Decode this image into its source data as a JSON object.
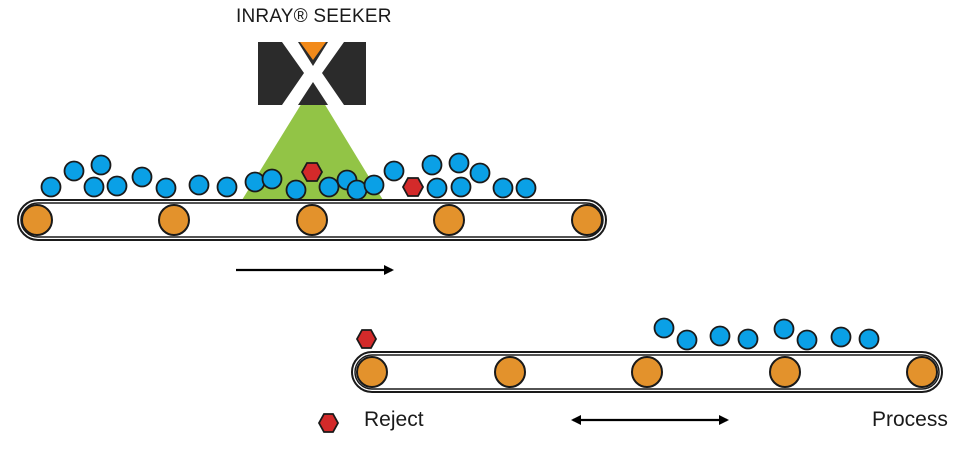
{
  "title": "INRAY® SEEKER",
  "legend": {
    "reject_label": "Reject",
    "process_label": "Process"
  },
  "colors": {
    "product": "#0aa0e6",
    "contaminant": "#d32a2a",
    "roller": "#e3922c",
    "xray_beam": "#8cc13c",
    "detector_body": "#2b2b2b",
    "detector_accent": "#f28a1a",
    "outline": "#1a1a1a"
  },
  "icons": {
    "detector": "inray-seeker-logo-icon",
    "arrow_forward": "arrow-right-icon",
    "arrow_bidirectional": "arrow-left-right-icon",
    "reject_symbol": "red-hexagon-icon"
  }
}
